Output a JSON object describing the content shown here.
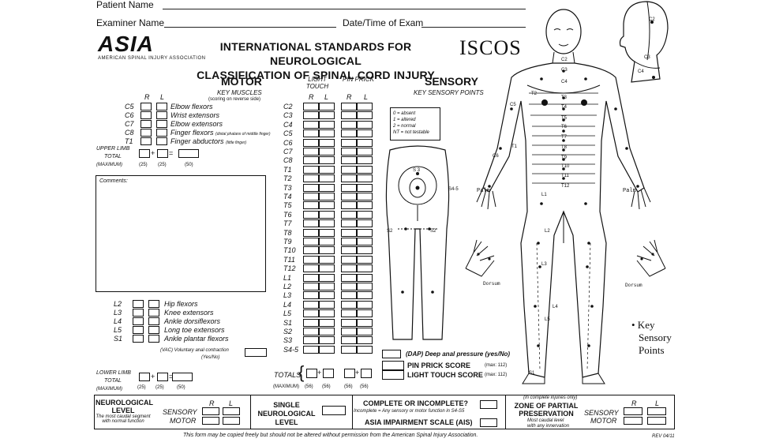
{
  "header": {
    "patient_name_label": "Patient Name",
    "examiner_name_label": "Examiner Name",
    "date_time_label": "Date/Time of Exam"
  },
  "logos": {
    "asia": "ASIA",
    "asia_sub": "AMERICAN SPINAL INJURY ASSOCIATION",
    "iscos": "ISCOS"
  },
  "title": {
    "line1": "INTERNATIONAL STANDARDS FOR NEUROLOGICAL",
    "line2": "CLASSIFICATION OF SPINAL CORD INJURY"
  },
  "motor": {
    "heading": "MOTOR",
    "subheading": "KEY MUSCLES",
    "note": "(scoring on reverse side)",
    "r": "R",
    "l": "L",
    "upper_rows": [
      {
        "level": "C5",
        "muscle": "Elbow flexors",
        "note": ""
      },
      {
        "level": "C6",
        "muscle": "Wrist extensors",
        "note": ""
      },
      {
        "level": "C7",
        "muscle": "Elbow extensors",
        "note": ""
      },
      {
        "level": "C8",
        "muscle": "Finger flexors",
        "note": "(distal phalanx of middle finger)"
      },
      {
        "level": "T1",
        "muscle": "Finger abductors",
        "note": "(little finger)"
      }
    ],
    "upper_total_label1": "UPPER LIMB",
    "upper_total_label2": "TOTAL",
    "upper_total_label3": "(MAXIMUM)",
    "upper_max": [
      "(25)",
      "(25)",
      "(50)"
    ],
    "comments_label": "Comments:",
    "lower_rows": [
      {
        "level": "L2",
        "muscle": "Hip flexors"
      },
      {
        "level": "L3",
        "muscle": "Knee extensors"
      },
      {
        "level": "L4",
        "muscle": "Ankle dorsiflexors"
      },
      {
        "level": "L5",
        "muscle": "Long toe extensors"
      },
      {
        "level": "S1",
        "muscle": "Ankle plantar flexors"
      }
    ],
    "vac_label": "(VAC) Voluntary anal contraction",
    "vac_yesno": "(Yes/No)",
    "lower_total_label1": "LOWER LIMB",
    "lower_total_label2": "TOTAL",
    "lower_total_label3": "(MAXIMUM)",
    "lower_max": [
      "(25)",
      "(25)",
      "(50)"
    ]
  },
  "sensory_grid": {
    "light_touch": "LIGHT TOUCH",
    "pin_prick": "PIN PRICK",
    "r": "R",
    "l": "L",
    "levels": [
      "C2",
      "C3",
      "C4",
      "C5",
      "C6",
      "C7",
      "C8",
      "T1",
      "T2",
      "T3",
      "T4",
      "T5",
      "T6",
      "T7",
      "T8",
      "T9",
      "T10",
      "T11",
      "T12",
      "L1",
      "L2",
      "L3",
      "L4",
      "L5",
      "S1",
      "S2",
      "S3",
      "S4-5"
    ],
    "totals_label": "TOTALS",
    "totals_max_label": "(MAXIMUM)",
    "totals_max": [
      "(56)",
      "(56)",
      "(56)",
      "(56)"
    ]
  },
  "sensory": {
    "heading": "SENSORY",
    "subheading": "KEY SENSORY POINTS",
    "legend": [
      "0 = absent",
      "1 = altered",
      "2 = normal",
      "NT = not testable"
    ],
    "dap": "(DAP) Deep anal pressure  (yes/No)",
    "pin_prick_score": "PIN PRICK SCORE",
    "pin_prick_max": "(max: 112)",
    "light_touch_score": "LIGHT TOUCH SCORE",
    "light_touch_max": "(max: 112)",
    "key_points_label": "• Key Sensory Points",
    "key_points_lines": [
      "• Key",
      "Sensory",
      "Points"
    ],
    "palm_label": "Palm",
    "dorsum_label": "Dorsum",
    "dermatome_labels": [
      "C2",
      "C3",
      "C4",
      "T2",
      "T3",
      "T4",
      "T5",
      "T6",
      "T7",
      "T8",
      "T9",
      "T10",
      "T11",
      "T12",
      "L1",
      "L2",
      "L3",
      "L4",
      "L5",
      "S1",
      "C5",
      "C6",
      "T1",
      "S2",
      "S3",
      "S4-5"
    ]
  },
  "bottom": {
    "neuro_level_title": "NEUROLOGICAL LEVEL",
    "neuro_level_note1": "The most caudal segment",
    "neuro_level_note2": "with normal function",
    "sensory_label": "SENSORY",
    "motor_label": "MOTOR",
    "r": "R",
    "l": "L",
    "single_level_title": "SINGLE NEUROLOGICAL LEVEL",
    "complete_title": "COMPLETE OR INCOMPLETE?",
    "complete_note": "Incomplete = Any sensory or motor function in S4-S5",
    "ais_title": "ASIA IMPAIRMENT SCALE (AIS)",
    "zpp_note_top": "(In complete injuries only)",
    "zpp_title1": "ZONE OF PARTIAL",
    "zpp_title2": "PRESERVATION",
    "zpp_note1": "Most caudal level",
    "zpp_note2": "with any innervation"
  },
  "footer": {
    "copyright": "This form may be copied freely but should not be altered without permission from the American Spinal Injury Association.",
    "rev": "REV 04/11"
  }
}
